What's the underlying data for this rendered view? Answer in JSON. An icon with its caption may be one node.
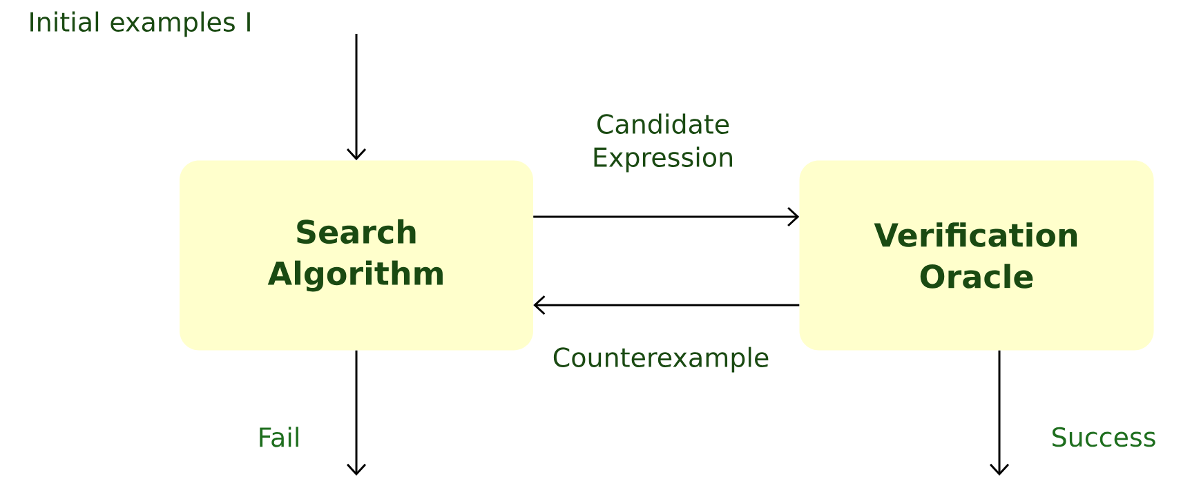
{
  "diagram": {
    "nodes": [
      {
        "text": [
          "Search Algorithm"
        ]
      },
      {
        "text": [
          "Verification Oracle"
        ]
      }
    ],
    "edges": [
      {
        "from": null,
        "to": 0,
        "arrow": "to",
        "label": "Initial examples I"
      },
      {
        "from": 0,
        "to": 1,
        "arrow": "to",
        "label": "Candidate Expression"
      },
      {
        "from": 1,
        "to": 0,
        "arrow": "to",
        "label": "Counterexample"
      },
      {
        "from": 0,
        "to": null,
        "arrow": "to",
        "label": "Fail"
      },
      {
        "from": 1,
        "to": null,
        "arrow": "to",
        "label": "Success"
      }
    ]
  }
}
